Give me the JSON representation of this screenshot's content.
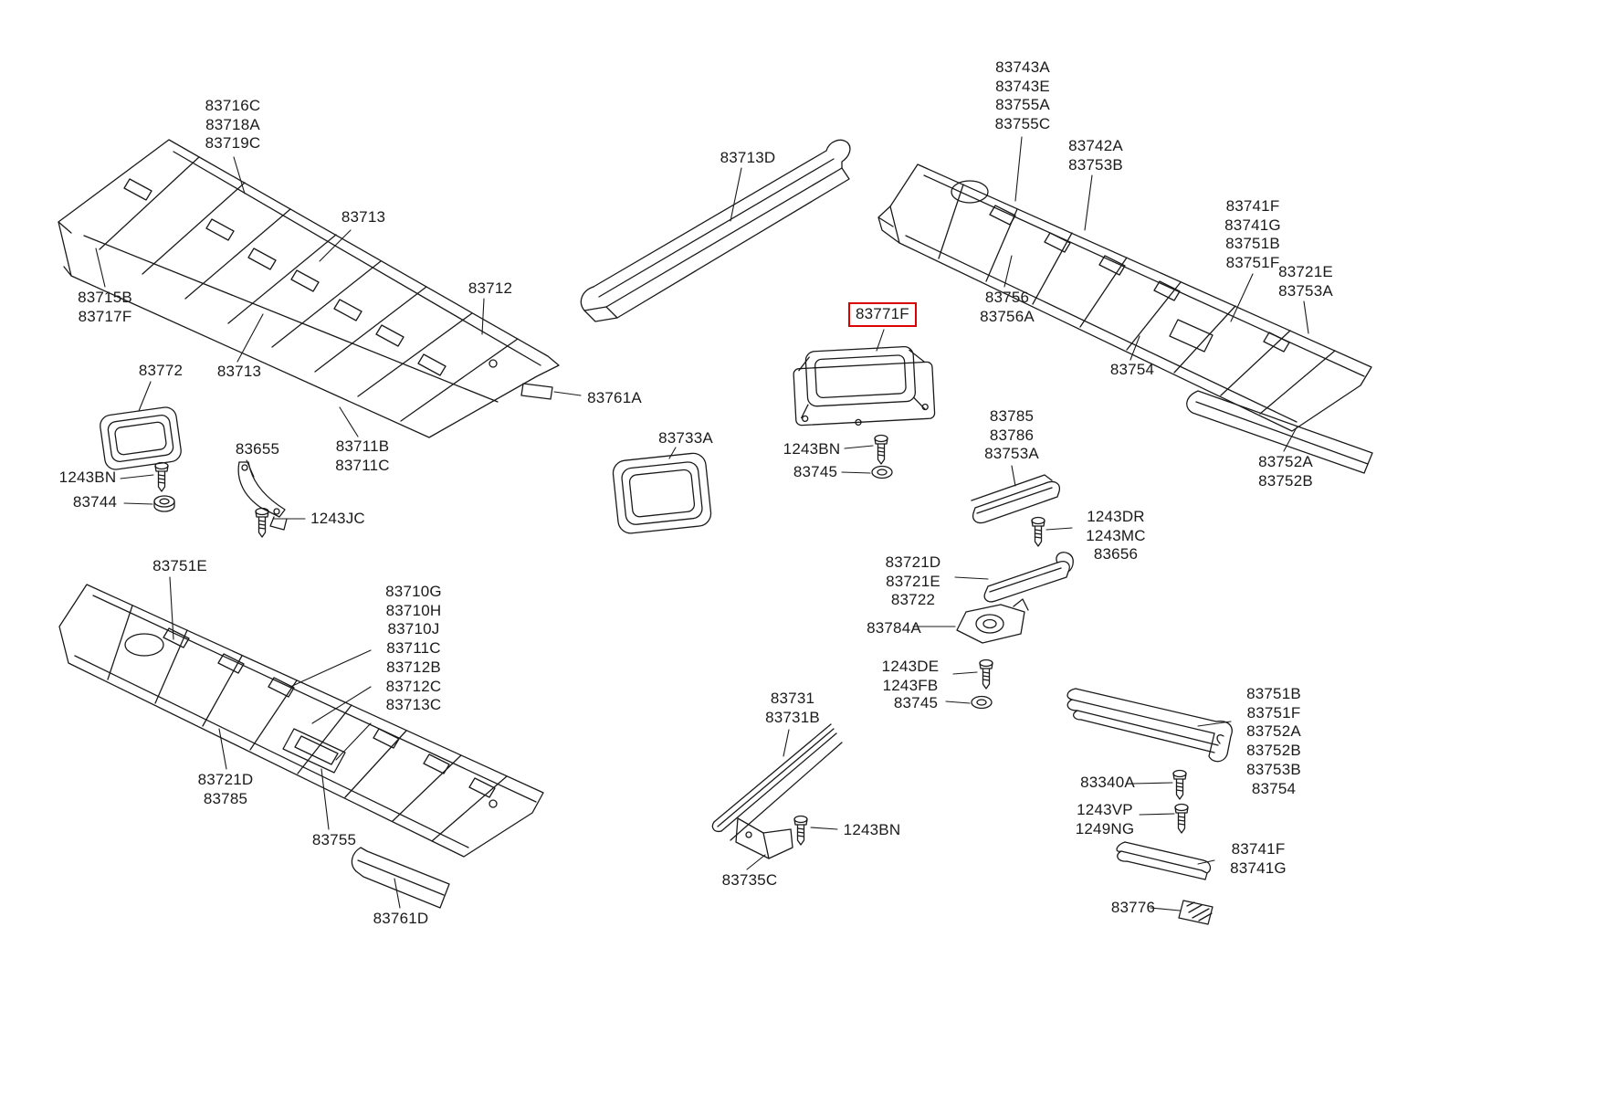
{
  "diagram": {
    "type": "exploded-parts-diagram",
    "subject": "roof headlining and trim panels",
    "highlighted_part": "83771F"
  },
  "colors": {
    "highlight_border": "#dd0000",
    "line": "#1a1a1a",
    "background": "#ffffff"
  },
  "labels": [
    {
      "part": "83716C-83718A-83719C",
      "text": "83716C\n83718A\n83719C"
    },
    {
      "part": "83713-top",
      "text": "83713"
    },
    {
      "part": "83715B-83717F",
      "text": "83715B\n83717F"
    },
    {
      "part": "83712",
      "text": "83712"
    },
    {
      "part": "83713-bottom",
      "text": "83713"
    },
    {
      "part": "83711B-83711C",
      "text": "83711B\n83711C"
    },
    {
      "part": "83772",
      "text": "83772"
    },
    {
      "part": "1243BN-left",
      "text": "1243BN"
    },
    {
      "part": "83744",
      "text": "83744"
    },
    {
      "part": "83655",
      "text": "83655"
    },
    {
      "part": "1243JC",
      "text": "1243JC"
    },
    {
      "part": "83713D",
      "text": "83713D"
    },
    {
      "part": "83761A",
      "text": "83761A"
    },
    {
      "part": "83733A",
      "text": "83733A"
    },
    {
      "part": "83771F",
      "text": "83771F"
    },
    {
      "part": "1243BN-center",
      "text": "1243BN"
    },
    {
      "part": "83745-center",
      "text": "83745"
    },
    {
      "part": "83743A-83743E-83755A-83755C",
      "text": "83743A\n83743E\n83755A\n83755C"
    },
    {
      "part": "83742A-83753B",
      "text": "83742A\n83753B"
    },
    {
      "part": "83741F-83741G-83751B-83751F",
      "text": "83741F\n83741G\n83751B\n83751F"
    },
    {
      "part": "83721E-83753A",
      "text": "83721E\n83753A"
    },
    {
      "part": "83756-83756A",
      "text": "83756\n83756A"
    },
    {
      "part": "83754",
      "text": "83754"
    },
    {
      "part": "83752A-83752B",
      "text": "83752A\n83752B"
    },
    {
      "part": "83785-83786-83753A",
      "text": "83785\n83786\n83753A"
    },
    {
      "part": "1243DR-1243MC-83656",
      "text": "1243DR\n1243MC\n83656"
    },
    {
      "part": "83721D-83721E-83722",
      "text": "83721D\n83721E\n83722"
    },
    {
      "part": "83784A",
      "text": "83784A"
    },
    {
      "part": "1243DE-1243FB",
      "text": "1243DE\n1243FB"
    },
    {
      "part": "83745-right",
      "text": "83745"
    },
    {
      "part": "83751E",
      "text": "83751E"
    },
    {
      "part": "83710G-stack",
      "text": "83710G\n83710H\n83710J\n83711C\n83712B\n83712C\n83713C"
    },
    {
      "part": "83721D-83785",
      "text": "83721D\n83785"
    },
    {
      "part": "83755",
      "text": "83755"
    },
    {
      "part": "83761D",
      "text": "83761D"
    },
    {
      "part": "83731-83731B",
      "text": "83731\n83731B"
    },
    {
      "part": "1243BN-bottom",
      "text": "1243BN"
    },
    {
      "part": "83735C",
      "text": "83735C"
    },
    {
      "part": "83751B-stack",
      "text": "83751B\n83751F\n83752A\n83752B\n83753B\n83754"
    },
    {
      "part": "83340A",
      "text": "83340A"
    },
    {
      "part": "1243VP-1249NG",
      "text": "1243VP\n1249NG"
    },
    {
      "part": "83741F-83741G",
      "text": "83741F\n83741G"
    },
    {
      "part": "83776",
      "text": "83776"
    }
  ]
}
